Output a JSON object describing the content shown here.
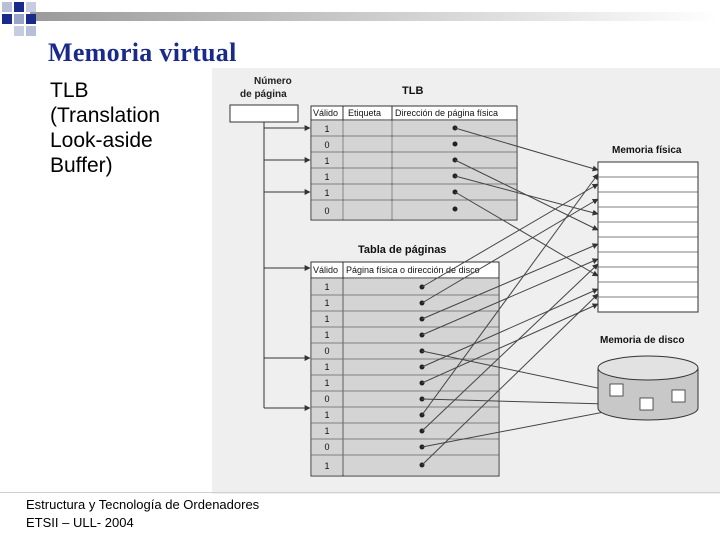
{
  "slide": {
    "title": "Memoria virtual",
    "subtitle_lines": [
      "TLB",
      "(Translation",
      "Look-aside",
      "Buffer)"
    ],
    "footer_lines": [
      "Estructura y Tecnología de Ordenadores",
      "ETSII – ULL- 2004"
    ]
  },
  "figure": {
    "page_number_label_lines": [
      "Número",
      "de página"
    ],
    "tlb": {
      "label": "TLB",
      "headers": [
        "Válido",
        "Etiqueta",
        "Dirección de página física"
      ],
      "valid_bits": [
        "1",
        "0",
        "1",
        "1",
        "1",
        "0"
      ]
    },
    "page_table": {
      "label": "Tabla de páginas",
      "headers": [
        "Válido",
        "Página física o dirección de disco"
      ],
      "valid_bits": [
        "1",
        "1",
        "1",
        "1",
        "0",
        "1",
        "1",
        "0",
        "1",
        "1",
        "0",
        "1"
      ]
    },
    "physical_memory_label": "Memoria física",
    "disk_memory_label": "Memoria de disco"
  }
}
